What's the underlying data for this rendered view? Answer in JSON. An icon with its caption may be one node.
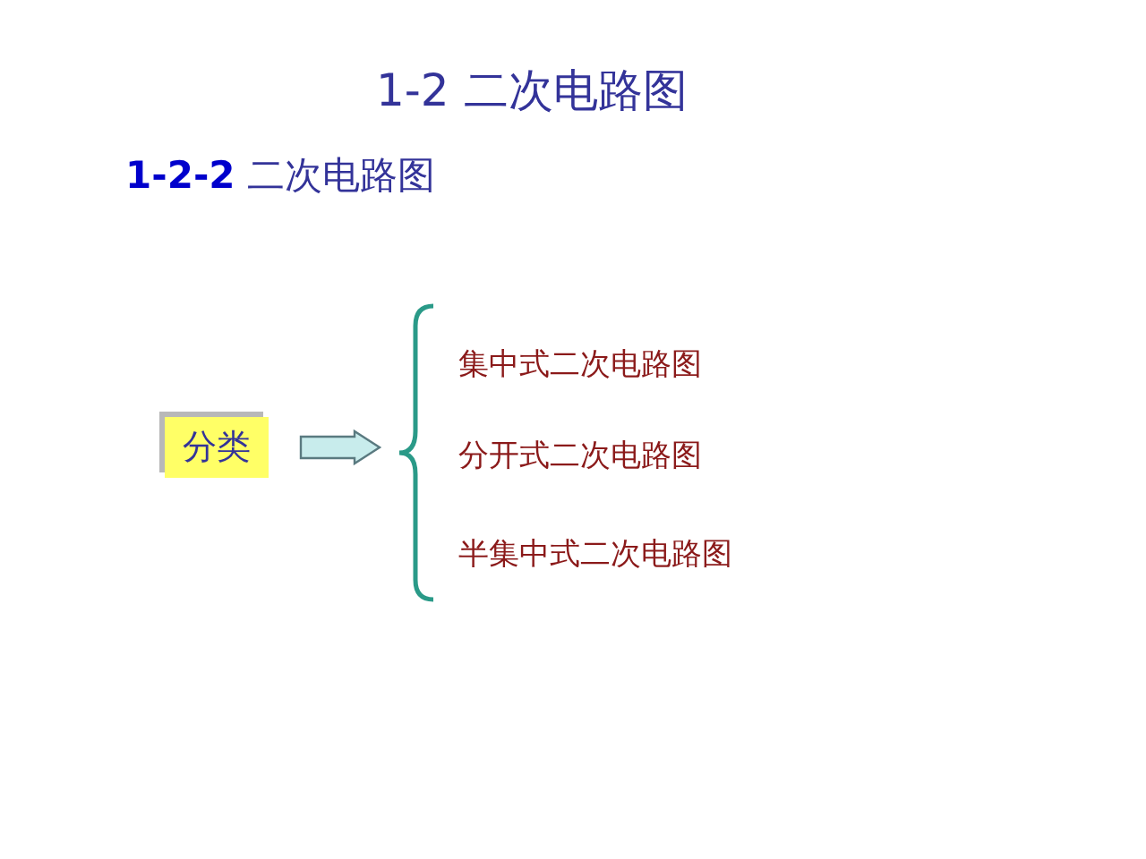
{
  "diagram": {
    "title": "1-2 二次电路图",
    "nodes": [
      {
        "text": [
          "分类"
        ]
      },
      {
        "text": [],
        "shape": "brace"
      }
    ],
    "edges": [
      {
        "from": 0,
        "to": 1,
        "arrow": "to"
      }
    ],
    "labels": [
      "**1-2-2** 二次电路图",
      "集中式二次电路图",
      "分开式二次电路图",
      "半集中式二次电路图"
    ]
  }
}
